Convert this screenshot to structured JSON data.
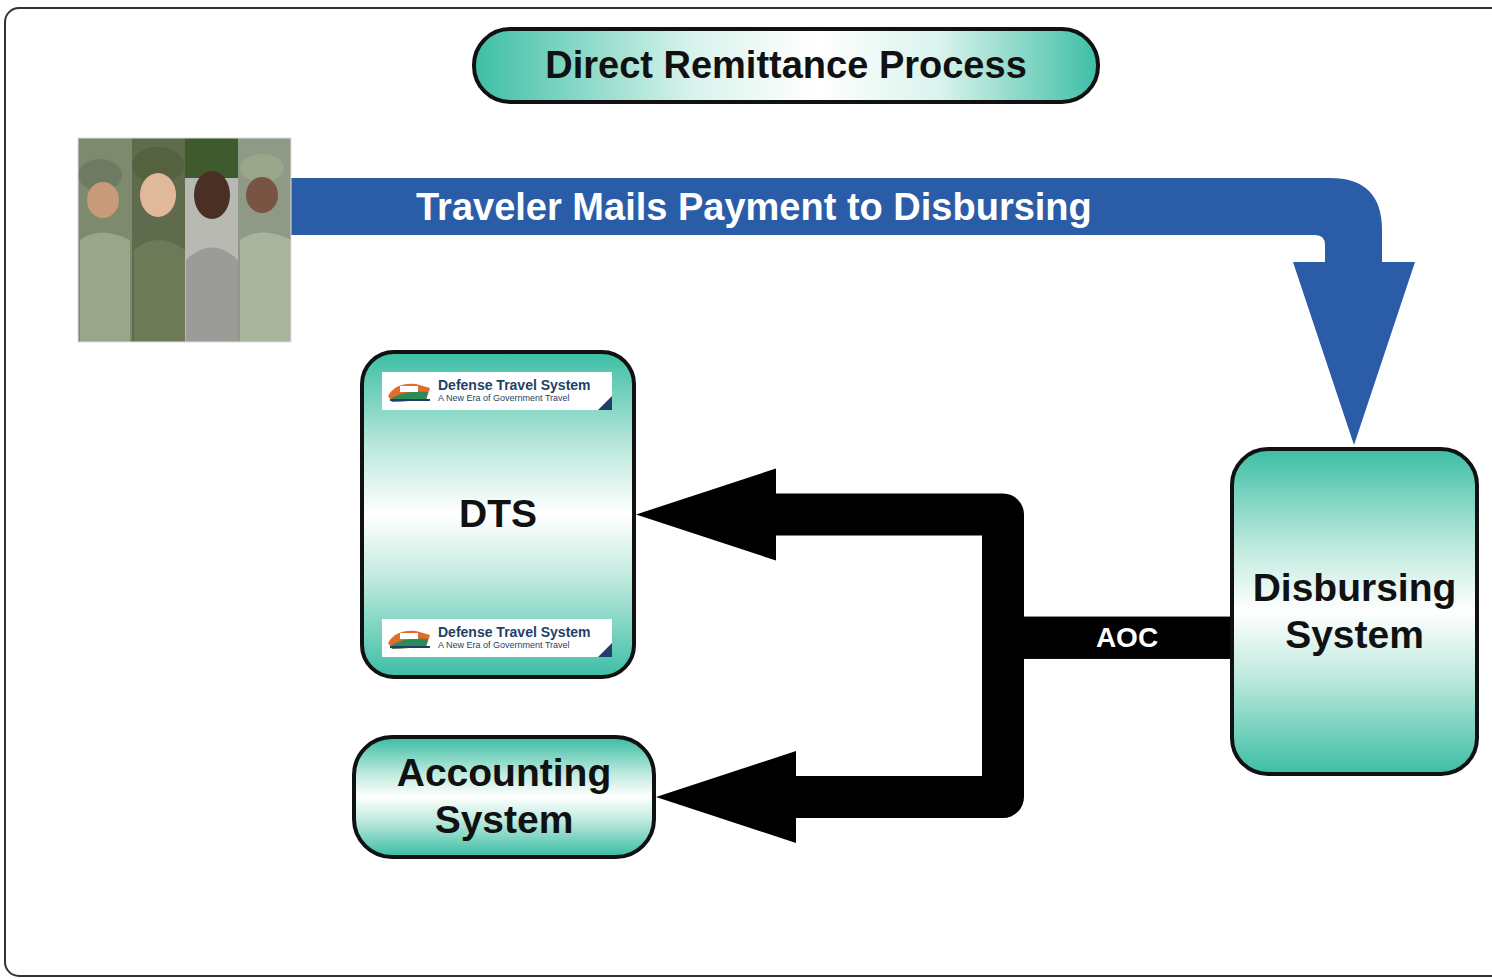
{
  "diagram": {
    "title": "Direct Remittance Process",
    "nodes": [
      {
        "text": [
          "Defense Travel System",
          "A New Era of Government Travel",
          "DTS",
          "Defense Travel System",
          "A New Era of Government Travel"
        ]
      },
      {
        "text": [
          "Disbursing System"
        ]
      },
      {
        "text": [
          "Accounting System"
        ]
      }
    ],
    "edges": [
      {
        "from": 1,
        "to": 0,
        "arrow": "to",
        "label": "AOC"
      },
      {
        "from": 1,
        "to": 2,
        "arrow": "to"
      }
    ],
    "labels": [
      "Traveler Mails Payment to Disbursing"
    ]
  }
}
